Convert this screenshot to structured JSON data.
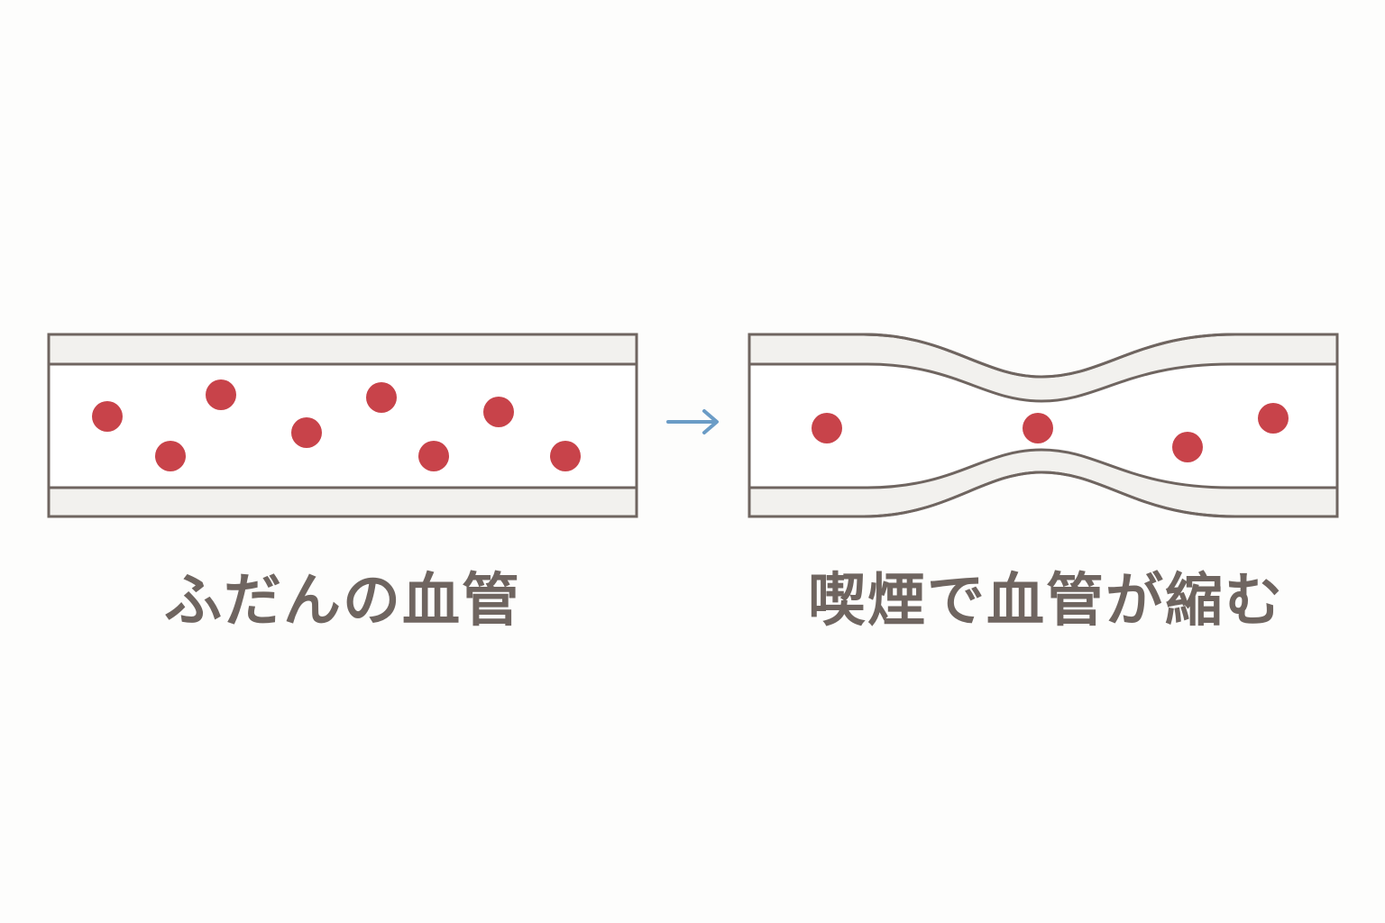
{
  "colors": {
    "background": "#fdfdfc",
    "vessel_outline": "#6f6560",
    "vessel_wall_fill": "#f2f1ee",
    "lumen_fill": "#ffffff",
    "blood_cell": "#c8434a",
    "arrow": "#6b9cc6",
    "caption_text": "#6f6560"
  },
  "panels": [
    {
      "id": "normal",
      "caption": "ふだんの血管",
      "vessel_shape": "straight",
      "blood_cell_count": 8
    },
    {
      "id": "constricted",
      "caption": "喫煙で血管が縮む",
      "vessel_shape": "narrowed-in-middle",
      "blood_cell_count": 4
    }
  ],
  "arrow": {
    "icon": "right-arrow-icon",
    "direction": "right"
  }
}
